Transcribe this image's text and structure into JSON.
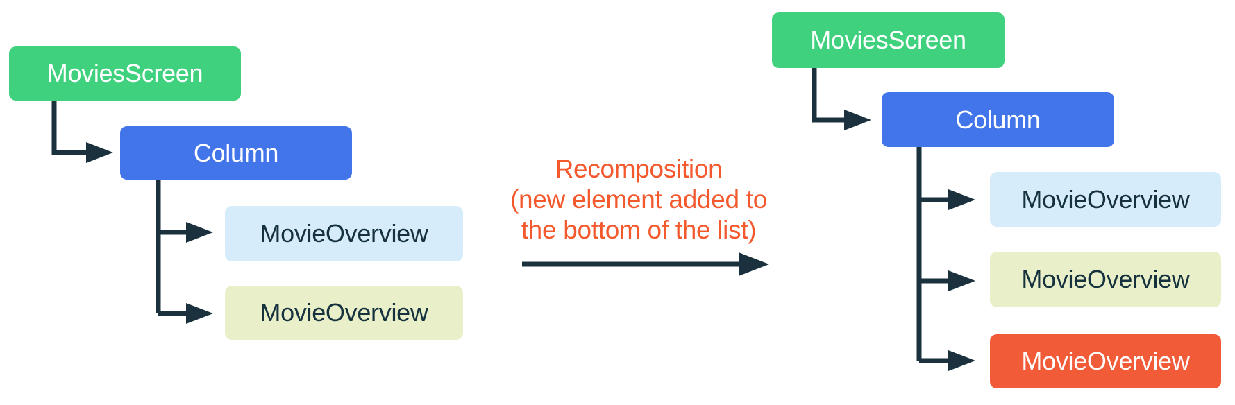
{
  "colors": {
    "node_green": "#40D17F",
    "node_blue": "#4375EA",
    "node_light_blue": "#D6ECFA",
    "node_light_yellow": "#E9F0C9",
    "node_orange": "#F15B38",
    "connector_dark": "#1B323E",
    "label_orange": "#F4582D",
    "text_light": "#FFFFFF",
    "text_dark": "#16323E"
  },
  "left_tree": {
    "root": {
      "label": "MoviesScreen"
    },
    "container": {
      "label": "Column"
    },
    "items": [
      {
        "label": "MovieOverview"
      },
      {
        "label": "MovieOverview"
      }
    ]
  },
  "transition": {
    "title": "Recomposition",
    "subtitle_line1": "(new element added to",
    "subtitle_line2": "the bottom of the list)"
  },
  "right_tree": {
    "root": {
      "label": "MoviesScreen"
    },
    "container": {
      "label": "Column"
    },
    "items": [
      {
        "label": "MovieOverview"
      },
      {
        "label": "MovieOverview"
      },
      {
        "label": "MovieOverview"
      }
    ]
  }
}
